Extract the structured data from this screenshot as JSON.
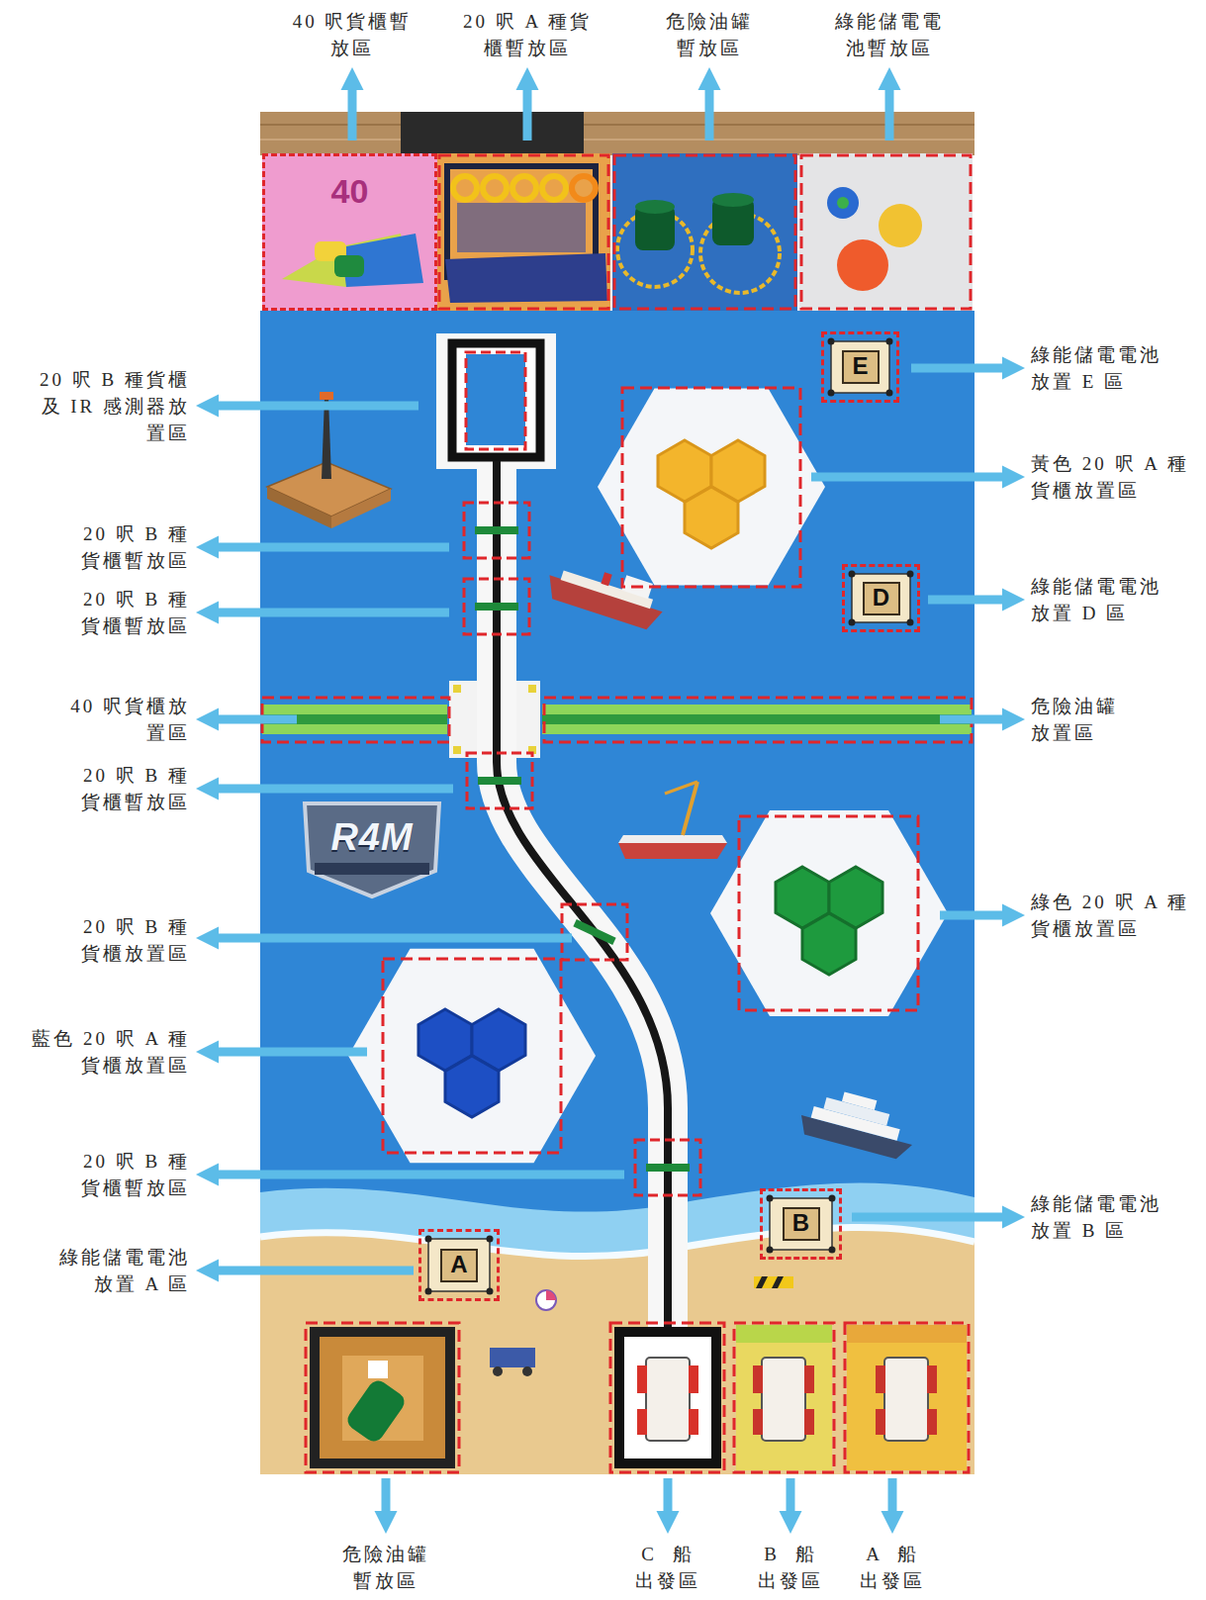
{
  "diagram": {
    "nodes": [
      {
        "text": [
          "40"
        ]
      },
      {
        "text": [
          "E"
        ]
      },
      {
        "text": [
          "D"
        ]
      },
      {
        "text": [
          "B"
        ]
      },
      {
        "text": [
          "A"
        ]
      }
    ],
    "labels": [
      "40 呎貨櫃暫放區",
      "20 呎 A 種貨櫃暫放區",
      "危險油罐暫放區",
      "綠能儲電電池暫放區",
      "20 呎 B 種貨櫃及 IR 感測器放置區",
      "綠能儲電電池放置 E 區",
      "黃色 20 呎 A 種貨櫃放置區",
      "20 呎 B 種貨櫃暫放區",
      "綠能儲電電池放置 D 區",
      "20 呎 B 種貨櫃暫放區",
      "40 呎貨櫃放置區",
      "危險油罐放置區",
      "20 呎 B 種貨櫃暫放區",
      "R4M",
      "綠色 20 呎 A 種貨櫃放置區",
      "20 呎 B 種貨櫃放置區",
      "藍色 20 呎 A 種貨櫃放置區",
      "20 呎 B 種貨櫃暫放區",
      "綠能儲電電池放置 B 區",
      "綠能儲電電池放置 A 區",
      "危險油罐暫放區",
      "C 船出發區",
      "B 船出發區",
      "A 船出發區"
    ]
  }
}
